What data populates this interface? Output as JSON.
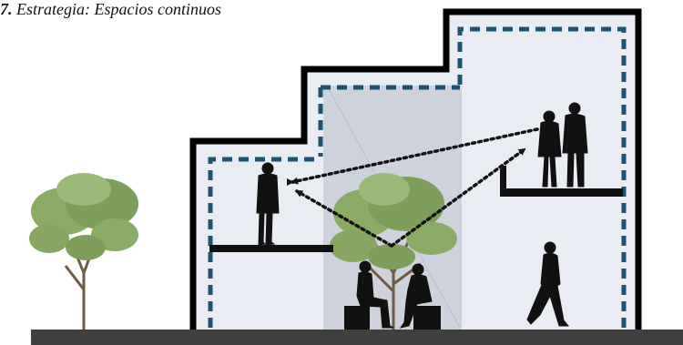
{
  "caption": {
    "number": "7.",
    "text": "Estrategia: Espacios continuos"
  },
  "colors": {
    "interior_fill": "#e9ecf2",
    "void_fill": "#c9ced8",
    "dashed_outline": "#1d5273",
    "silhouette": "#111111",
    "sightline": "#111111",
    "tree_foliage": "#8aab66",
    "ground": "#404040"
  },
  "icons": [
    "tree",
    "person-standing",
    "person-sitting",
    "person-walking",
    "bench",
    "sightline-arrow"
  ]
}
